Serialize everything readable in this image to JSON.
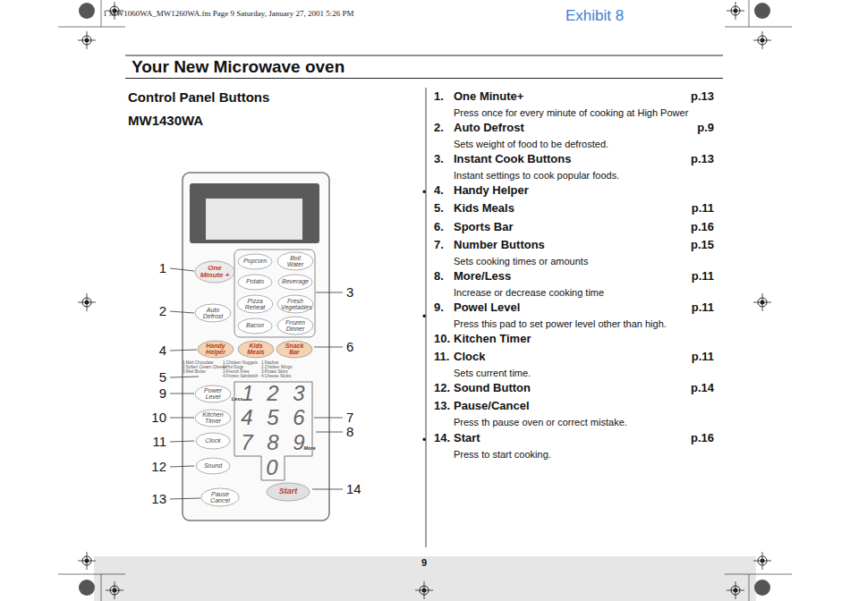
{
  "diagram": {
    "title": "Your New Microwave oven",
    "nodes": [
      {
        "text": [
          "One Minute +"
        ]
      },
      {
        "text": [
          "Auto Defrost"
        ]
      },
      {
        "text": [
          "Popcorn"
        ]
      },
      {
        "text": [
          "Boil Water"
        ]
      },
      {
        "text": [
          "Potato"
        ]
      },
      {
        "text": [
          "Beverage"
        ]
      },
      {
        "text": [
          "Pizza Reheat"
        ]
      },
      {
        "text": [
          "Fresh Vegetables"
        ]
      },
      {
        "text": [
          "Bacon"
        ]
      },
      {
        "text": [
          "Frozen Dinner"
        ]
      },
      {
        "text": [
          "Handy Helper",
          "1.Melt Chocolate",
          "2.Soften Cream Cheese",
          "3.Melt Butter"
        ]
      },
      {
        "text": [
          "Kids Meals",
          "1.Chicken Nuggets",
          "2.Hot Dogs",
          "3.French Fries",
          "4.Frozen Sandwich"
        ]
      },
      {
        "text": [
          "Snack Bar",
          "1.Nachos",
          "2.Chicken Wings",
          "3.Potato Skins",
          "4.Cheese Sticks"
        ]
      },
      {
        "text": [
          "Power Level"
        ]
      },
      {
        "text": [
          "Kitchen Timer"
        ]
      },
      {
        "text": [
          "Clock"
        ]
      },
      {
        "text": [
          "Sound"
        ]
      },
      {
        "text": [
          "Pause Cancel"
        ]
      },
      {
        "text": [
          "Start"
        ]
      }
    ],
    "labels": [
      "1 MW1060WA_MW1260WA.fm  Page 9  Saturday, January 27, 2001  5:26 PM",
      "Exhibit 8",
      "Control Panel Buttons",
      "MW1430WA",
      "1",
      "2",
      "4",
      "5",
      "9",
      "10",
      "11",
      "12",
      "13",
      "3",
      "6",
      "7",
      "8",
      "14",
      "1",
      "2",
      "3",
      "4",
      "5",
      "6",
      "7",
      "8",
      "9",
      "0",
      "Less",
      "More",
      "1.",
      "One Minute+",
      "p.13",
      "Press once for every minute of cooking at High Power",
      "2.",
      "Auto Defrost",
      "p.9",
      "Sets weight of food to be defrosted.",
      "3.",
      "Instant Cook Buttons",
      "p.13",
      "Instant settings to cook popular foods.",
      "4.",
      "Handy Helper",
      "5.",
      "Kids Meals",
      "p.11",
      "6.",
      "Sports Bar",
      "p.16",
      "7.",
      "Number Buttons",
      "p.15",
      "Sets cooking times or amounts",
      "8.",
      "More/Less",
      "p.11",
      "Increase or decrease cooking time",
      "9.",
      "Powel Level",
      "p.11",
      "Press this pad to set power level other than high.",
      "10.",
      "Kitchen Timer",
      "11.",
      "Clock",
      "p.11",
      "Sets current time.",
      "12.",
      "Sound Button",
      "p.14",
      "13.",
      "Pause/Cancel",
      "Press th pause oven or correct mistake.",
      "14.",
      "Start",
      "p.16",
      "Press to start cooking.",
      "•",
      "•",
      "•",
      "9"
    ]
  }
}
